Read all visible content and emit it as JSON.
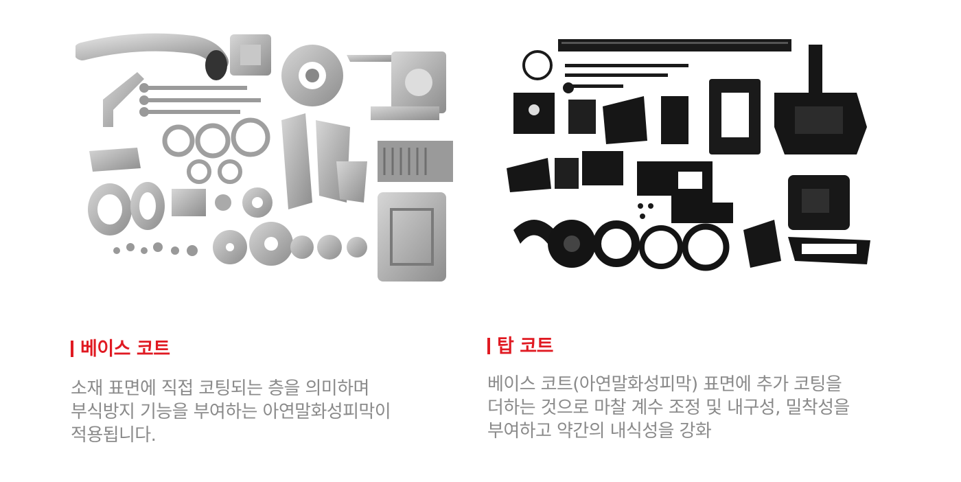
{
  "sections": [
    {
      "title": "베이스 코트",
      "description": "소재 표면에 직접 코팅되는 층을 의미하며\n부식방지 기능을 부여하는 아연말화성피막이\n적용됩니다.",
      "photo": "metal-parts-photo"
    },
    {
      "title": "탑 코트",
      "description": "베이스 코트(아연말화성피막) 표면에 추가 코팅을\n더하는 것으로 마찰 계수 조정 및 내구성, 밀착성을\n부여하고 약간의 내식성을 강화",
      "photo": "black-coated-parts-photo"
    }
  ],
  "colors": {
    "accent": "#e01a22",
    "body_text": "#8a8a8a",
    "metal": "#b8b8b8",
    "coated": "#1a1a1a"
  }
}
